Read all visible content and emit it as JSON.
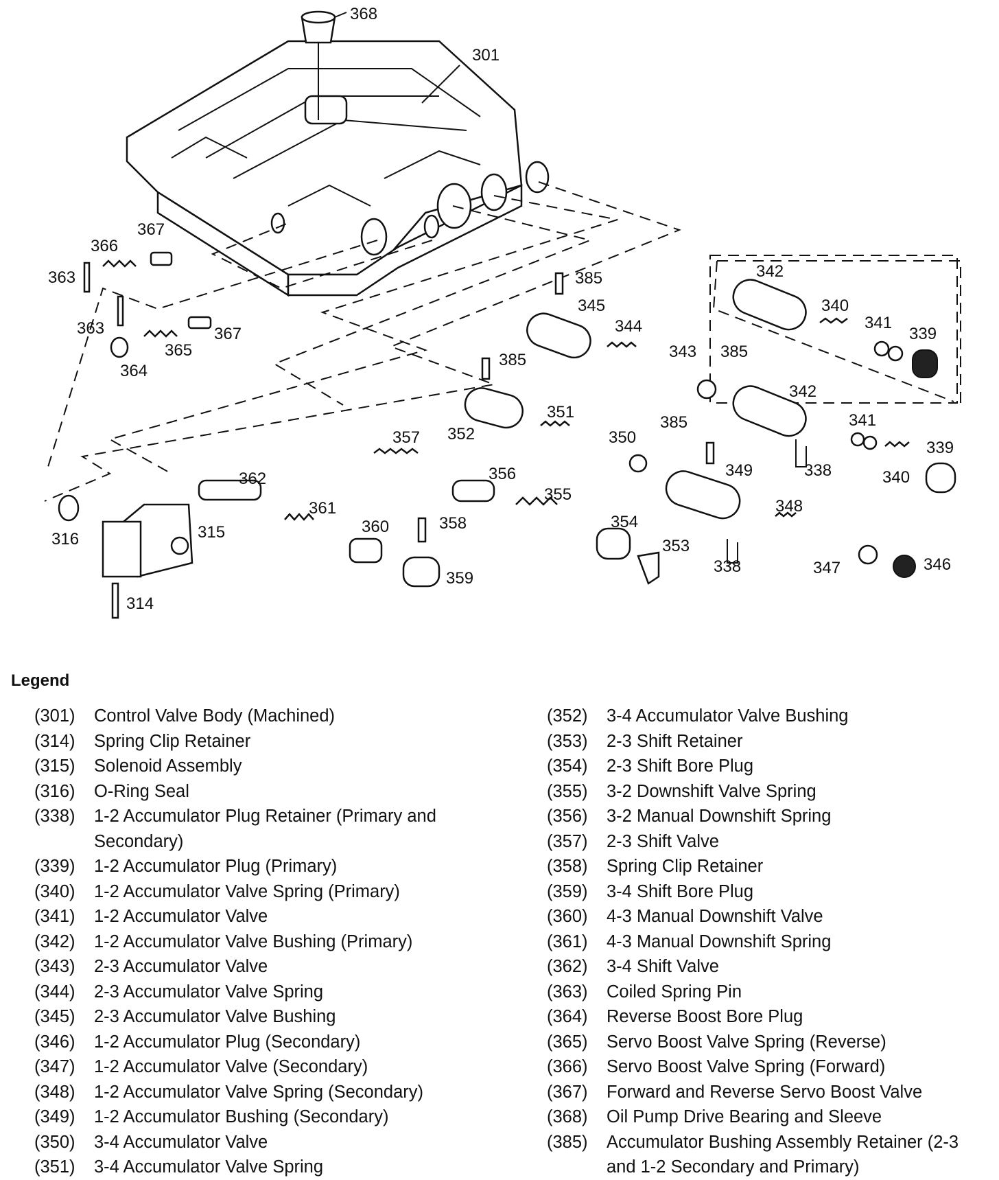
{
  "callouts": {
    "c301": "301",
    "c314": "314",
    "c315": "315",
    "c316": "316",
    "c338a": "338",
    "c338b": "338",
    "c339a": "339",
    "c339b": "339",
    "c340a": "340",
    "c340b": "340",
    "c341a": "341",
    "c341b": "341",
    "c342a": "342",
    "c342b": "342",
    "c343": "343",
    "c344": "344",
    "c345": "345",
    "c346": "346",
    "c347": "347",
    "c348": "348",
    "c349": "349",
    "c350": "350",
    "c351": "351",
    "c352": "352",
    "c353": "353",
    "c354": "354",
    "c355": "355",
    "c356": "356",
    "c357": "357",
    "c358": "358",
    "c359": "359",
    "c360": "360",
    "c361": "361",
    "c362": "362",
    "c363a": "363",
    "c363b": "363",
    "c364": "364",
    "c365": "365",
    "c366": "366",
    "c367a": "367",
    "c367b": "367",
    "c368": "368",
    "c385a": "385",
    "c385b": "385",
    "c385c": "385",
    "c385d": "385"
  },
  "legend": {
    "title": "Legend",
    "left": [
      {
        "num": "(301)",
        "desc": "Control Valve Body (Machined)"
      },
      {
        "num": "(314)",
        "desc": "Spring Clip Retainer"
      },
      {
        "num": "(315)",
        "desc": "Solenoid Assembly"
      },
      {
        "num": "(316)",
        "desc": "O-Ring Seal"
      },
      {
        "num": "(338)",
        "desc": "1-2 Accumulator Plug Retainer (Primary and Secondary)"
      },
      {
        "num": "(339)",
        "desc": "1-2 Accumulator Plug (Primary)"
      },
      {
        "num": "(340)",
        "desc": "1-2 Accumulator Valve Spring (Primary)"
      },
      {
        "num": "(341)",
        "desc": "1-2 Accumulator Valve"
      },
      {
        "num": "(342)",
        "desc": "1-2 Accumulator Valve Bushing (Primary)"
      },
      {
        "num": "(343)",
        "desc": "2-3 Accumulator Valve"
      },
      {
        "num": "(344)",
        "desc": "2-3 Accumulator Valve Spring"
      },
      {
        "num": "(345)",
        "desc": "2-3 Accumulator Valve Bushing"
      },
      {
        "num": "(346)",
        "desc": "1-2 Accumulator Plug (Secondary)"
      },
      {
        "num": "(347)",
        "desc": "1-2 Accumulator Valve (Secondary)"
      },
      {
        "num": "(348)",
        "desc": "1-2 Accumulator Valve Spring (Secondary)"
      },
      {
        "num": "(349)",
        "desc": "1-2 Accumulator Bushing (Secondary)"
      },
      {
        "num": "(350)",
        "desc": "3-4 Accumulator Valve"
      },
      {
        "num": "(351)",
        "desc": "3-4 Accumulator Valve Spring"
      }
    ],
    "right": [
      {
        "num": "(352)",
        "desc": "3-4 Accumulator Valve Bushing"
      },
      {
        "num": "(353)",
        "desc": "2-3 Shift Retainer"
      },
      {
        "num": "(354)",
        "desc": "2-3 Shift Bore Plug"
      },
      {
        "num": "(355)",
        "desc": "3-2 Downshift Valve Spring"
      },
      {
        "num": "(356)",
        "desc": "3-2 Manual Downshift Spring"
      },
      {
        "num": "(357)",
        "desc": "2-3 Shift Valve"
      },
      {
        "num": "(358)",
        "desc": "Spring Clip Retainer"
      },
      {
        "num": "(359)",
        "desc": "3-4 Shift Bore Plug"
      },
      {
        "num": "(360)",
        "desc": "4-3 Manual Downshift Valve"
      },
      {
        "num": "(361)",
        "desc": "4-3 Manual Downshift Spring"
      },
      {
        "num": "(362)",
        "desc": "3-4 Shift Valve"
      },
      {
        "num": "(363)",
        "desc": "Coiled Spring Pin"
      },
      {
        "num": "(364)",
        "desc": "Reverse Boost Bore Plug"
      },
      {
        "num": "(365)",
        "desc": "Servo Boost Valve Spring (Reverse)"
      },
      {
        "num": "(366)",
        "desc": "Servo Boost Valve Spring (Forward)"
      },
      {
        "num": "(367)",
        "desc": "Forward and Reverse Servo Boost Valve"
      },
      {
        "num": "(368)",
        "desc": "Oil Pump Drive Bearing and Sleeve"
      },
      {
        "num": "(385)",
        "desc": "Accumulator Bushing Assembly Retainer (2-3 and 1-2 Secondary and Primary)"
      }
    ]
  }
}
